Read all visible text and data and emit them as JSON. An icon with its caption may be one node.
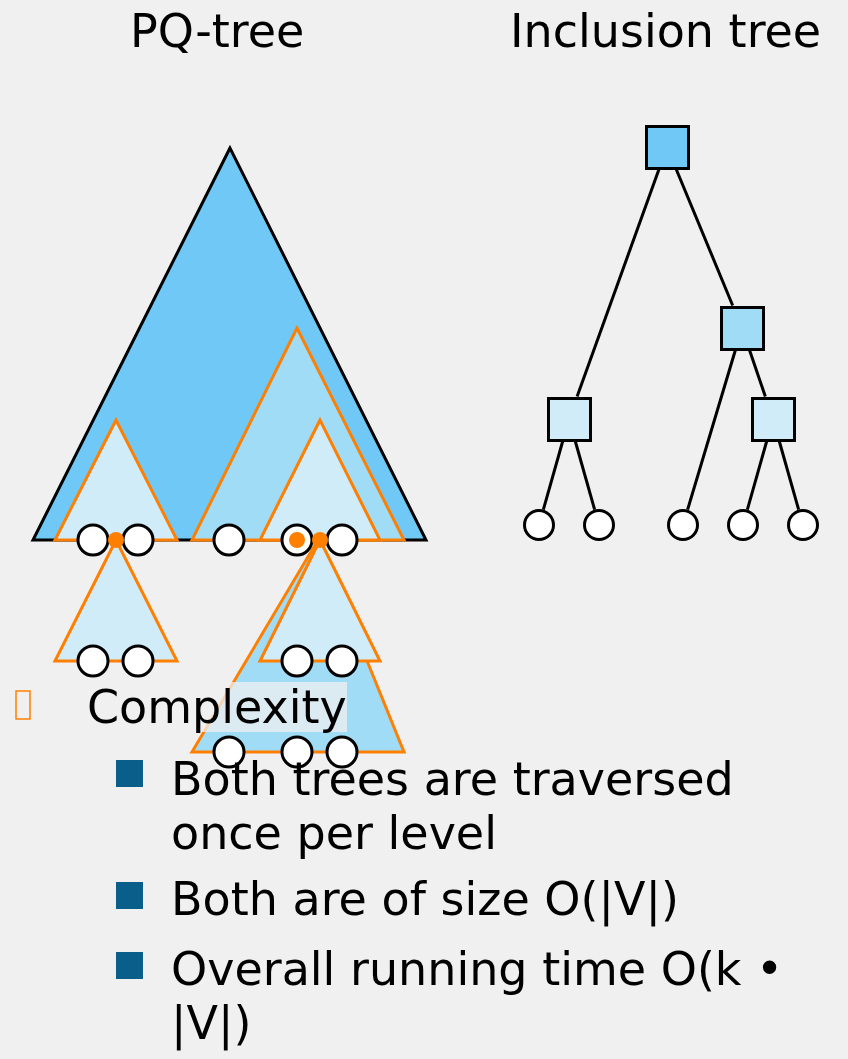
{
  "diagram": {
    "nodes": [
      {
        "text": [],
        "shape": "box"
      },
      {
        "text": [],
        "shape": "box"
      },
      {
        "text": [],
        "shape": "box"
      },
      {
        "text": [],
        "shape": "box"
      },
      {
        "text": [],
        "shape": "circle"
      },
      {
        "text": [],
        "shape": "circle"
      },
      {
        "text": [],
        "shape": "circle"
      },
      {
        "text": [],
        "shape": "circle"
      },
      {
        "text": [],
        "shape": "circle"
      }
    ],
    "edges": [
      {
        "from": 0,
        "to": 2,
        "arrow": "none"
      },
      {
        "from": 0,
        "to": 1,
        "arrow": "none"
      },
      {
        "from": 1,
        "to": 6,
        "arrow": "none"
      },
      {
        "from": 1,
        "to": 3,
        "arrow": "none"
      },
      {
        "from": 2,
        "to": 4,
        "arrow": "none"
      },
      {
        "from": 2,
        "to": 5,
        "arrow": "none"
      },
      {
        "from": 3,
        "to": 7,
        "arrow": "none"
      },
      {
        "from": 3,
        "to": 8,
        "arrow": "none"
      }
    ],
    "labels": [
      "PQ-tree",
      "Inclusion tree",
      "Complexity",
      "Both trees are traversed once per level",
      "Both are of size O(|V|)",
      "Overall running time O(k • |V|)"
    ]
  }
}
